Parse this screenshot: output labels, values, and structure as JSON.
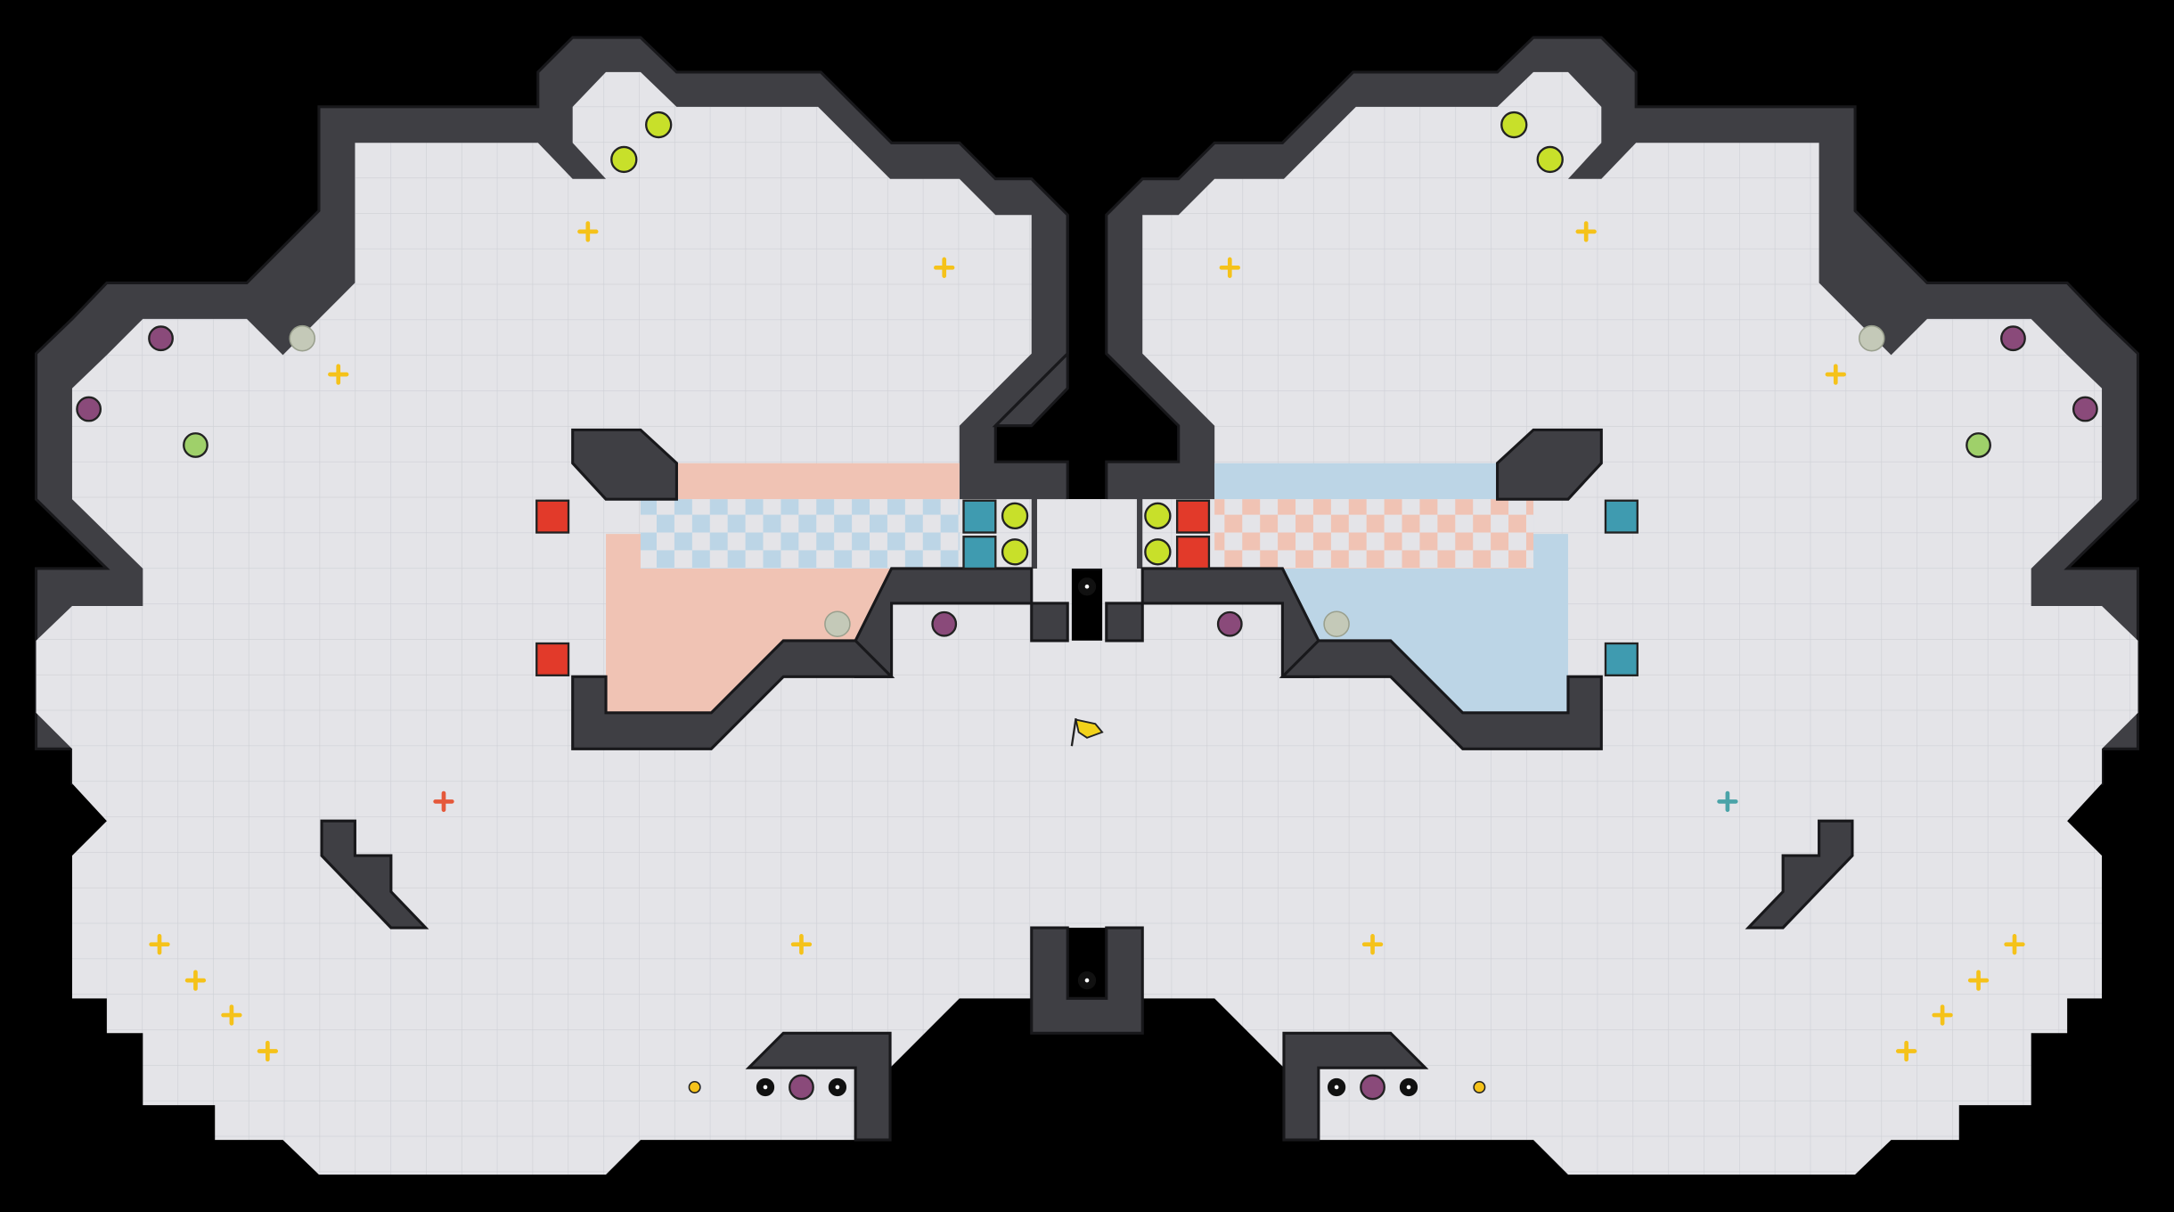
{
  "title": "",
  "colors": {
    "background": "#000000",
    "floor": "#e4e4e8",
    "grid": "#cfd0d6",
    "wall": "#3f3f44",
    "wall_outline": "#18181b",
    "red_team": "#e23a2a",
    "blue_team": "#3f9bb0",
    "red_zone": "#f0c3b4",
    "blue_zone": "#bcd5e6",
    "coin": "#c8e02a",
    "boost": "#f5c21a",
    "bomb": "#8a4a7a",
    "neutral_pad": "#c4c9b8",
    "flag": "#f2d21a"
  },
  "legend": {
    "flag": "neutral-flag",
    "red_base_block": "red-team-block",
    "blue_base_block": "blue-team-block",
    "spike": "spike-hazard",
    "powerup": "powerup-orb",
    "boost": "speed-boost-pad",
    "portal_pad": "neutral-pad",
    "button": "yellow-button"
  }
}
